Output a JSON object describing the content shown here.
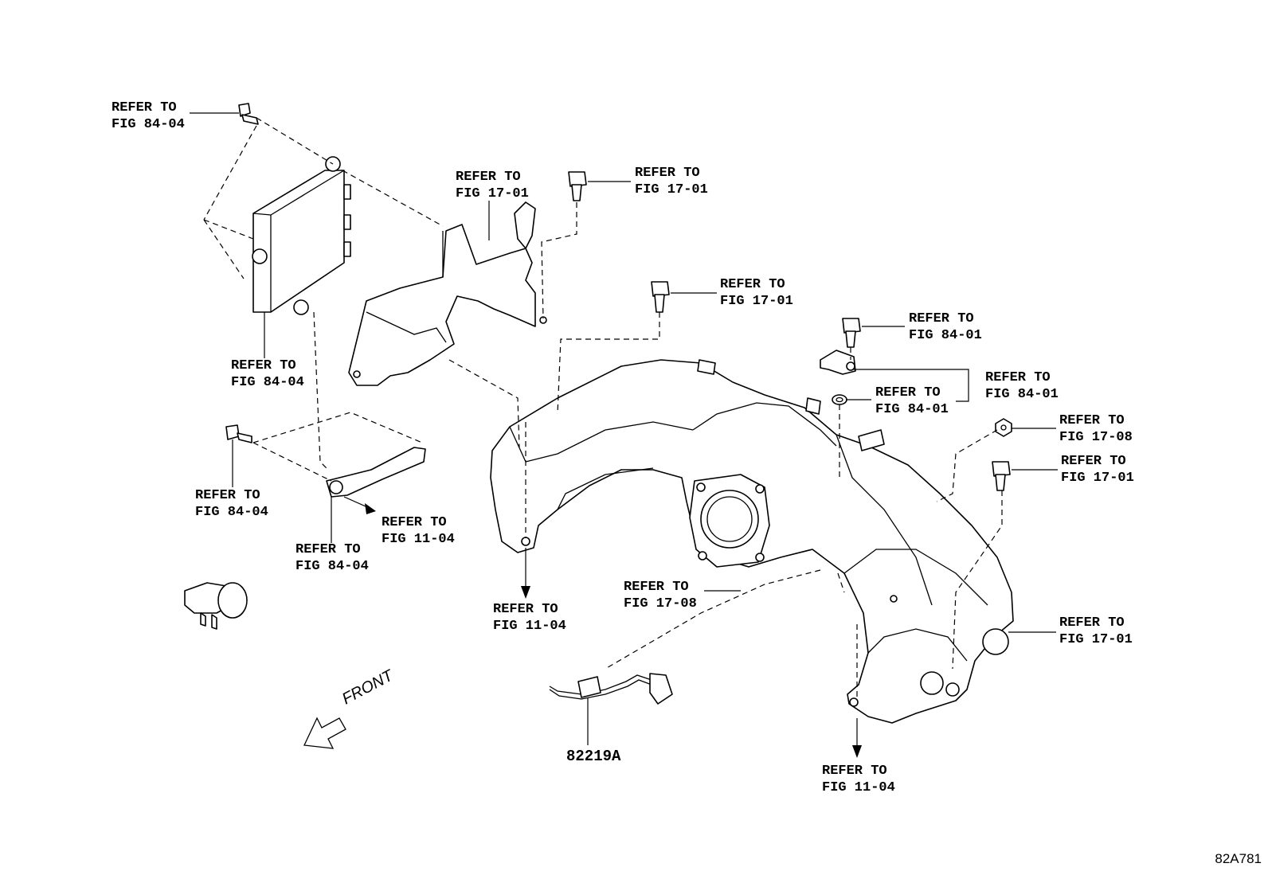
{
  "labels": {
    "l01": [
      "REFER TO",
      "FIG 84-04"
    ],
    "l02": [
      "REFER TO",
      "FIG 17-01"
    ],
    "l03": [
      "REFER TO",
      "FIG 17-01"
    ],
    "l04": [
      "REFER TO",
      "FIG 17-01"
    ],
    "l05": [
      "REFER TO",
      "FIG 84-04"
    ],
    "l06": [
      "REFER TO",
      "FIG 84-01"
    ],
    "l07": [
      "REFER TO",
      "FIG 84-01"
    ],
    "l08": [
      "REFER TO",
      "FIG 84-01"
    ],
    "l09": [
      "REFER TO",
      "FIG 17-08"
    ],
    "l10": [
      "REFER TO",
      "FIG 17-01"
    ],
    "l11": [
      "REFER TO",
      "FIG 84-04"
    ],
    "l12": [
      "REFER TO",
      "FIG 11-04"
    ],
    "l13": [
      "REFER TO",
      "FIG 84-04"
    ],
    "l14": [
      "REFER TO",
      "FIG 11-04"
    ],
    "l15": [
      "REFER TO",
      "FIG 17-08"
    ],
    "l16": [
      "REFER TO",
      "FIG 17-01"
    ],
    "l17": [
      "REFER TO",
      "FIG 11-04"
    ]
  },
  "part_number": "82219A",
  "front_label": "FRONT",
  "figure_id": "82A781"
}
